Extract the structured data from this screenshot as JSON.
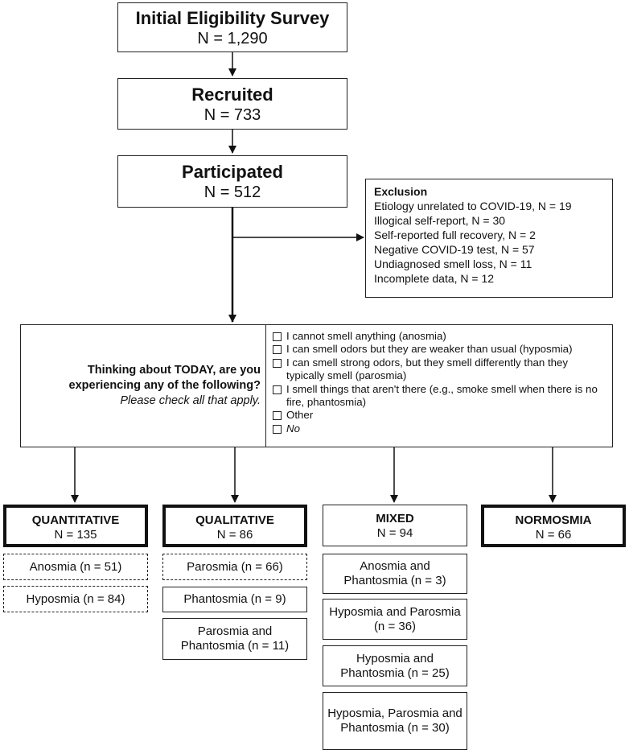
{
  "top_boxes": [
    {
      "title": "Initial Eligibility Survey",
      "n": "N = 1,290"
    },
    {
      "title": "Recruited",
      "n": "N = 733"
    },
    {
      "title": "Participated",
      "n": "N = 512"
    }
  ],
  "exclusion": {
    "heading": "Exclusion",
    "items": [
      "Etiology unrelated to COVID-19, N = 19",
      "Illogical self-report, N = 30",
      "Self-reported full recovery, N = 2",
      "Negative COVID-19 test, N = 57",
      "Undiagnosed smell loss, N = 11",
      "Incomplete data, N = 12"
    ]
  },
  "question": {
    "text": "Thinking about TODAY, are you experiencing any of the following?",
    "instruction": "Please check all that apply.",
    "options": [
      "I cannot smell anything (anosmia)",
      "I can smell odors but they are weaker than usual (hyposmia)",
      "I can smell strong odors, but they smell differently than they typically smell (parosmia)",
      "I smell things that aren't there (e.g., smoke smell when there is no fire, phantosmia)",
      "Other",
      "No"
    ]
  },
  "categories": [
    {
      "title": "QUANTITATIVE",
      "n": "N = 135",
      "subgroups": [
        "Anosmia (n = 51)",
        "Hyposmia (n = 84)"
      ]
    },
    {
      "title": "QUALITATIVE",
      "n": "N = 86",
      "subgroups": [
        "Parosmia (n = 66)",
        "Phantosmia (n = 9)",
        "Parosmia and Phantosmia (n = 11)"
      ]
    },
    {
      "title": "MIXED",
      "n": "N = 94",
      "subgroups": [
        "Anosmia and Phantosmia (n = 3)",
        "Hyposmia and Parosmia (n = 36)",
        "Hyposmia and Phantosmia (n = 25)",
        "Hyposmia, Parosmia and Phantosmia (n = 30)"
      ]
    },
    {
      "title": "NORMOSMIA",
      "n": "N = 66",
      "subgroups": []
    }
  ]
}
